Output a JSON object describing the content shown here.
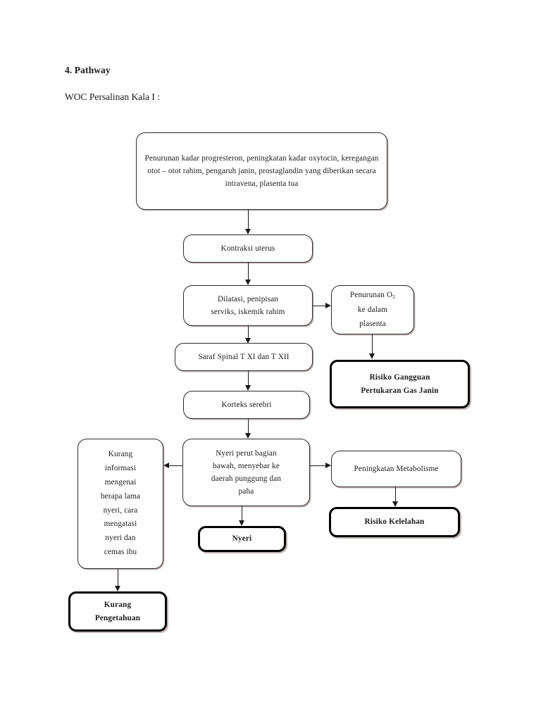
{
  "document": {
    "section_number_title": "4. Pathway",
    "subtitle": "WOC Persalinan Kala I :"
  },
  "flowchart": {
    "title": "WOC Persalinan Kala I",
    "nodes": {
      "etiology": {
        "id": "etiology",
        "label": "Penurunan kadar progresteron, peningkatan kadar oxytocin, keregangan otot – otot rahim, pengaruh janin, prostaglandin yang diberikan secara intravena, plasenta tua",
        "style": "normal"
      },
      "kontraksi_uterus": {
        "id": "kontraksi-uterus",
        "label": "Kontraksi uterus",
        "style": "normal"
      },
      "dilatasi": {
        "id": "dilatasi",
        "label": "Dilatasi, penipisan\nserviks, iskemik rahim",
        "style": "normal"
      },
      "penurunan_o2": {
        "id": "penurunan-o2",
        "label_line1_pre": "Penurunan O",
        "label_line1_sub": "2",
        "label_line2": "ke dalam",
        "label_line3": "plasenta",
        "label": "Penurunan O2 ke dalam plasenta",
        "style": "normal"
      },
      "risiko_gangguan_gas": {
        "id": "risiko-gangguan-pertukaran-gas-janin",
        "label": "Risiko Gangguan\nPertukaran Gas Janin",
        "style": "emphasis"
      },
      "saraf_spinal": {
        "id": "saraf-spinal",
        "label": "Saraf Spinal T XI dan T XII",
        "style": "normal"
      },
      "korteks_serebri": {
        "id": "korteks-serebri",
        "label": "Korteks serebri",
        "style": "normal"
      },
      "nyeri_perut": {
        "id": "nyeri-perut-bagian-bawah",
        "label": "Nyeri perut bagian\nbawah, menyebar ke\ndaerah punggung dan\npaha",
        "style": "normal"
      },
      "kurang_informasi": {
        "id": "kurang-informasi",
        "label": "Kurang\ninformasi\nmengenai\nberapa lama\nnyeri, cara\nmengatasi\nnyeri dan\ncemas ibu",
        "style": "normal"
      },
      "peningkatan_metabolisme": {
        "id": "peningkatan-metabolisme",
        "label": "Peningkatan Metabolisme",
        "style": "normal"
      },
      "risiko_kelelahan": {
        "id": "risiko-kelelahan",
        "label": "Risiko Kelelahan",
        "style": "emphasis"
      },
      "nyeri": {
        "id": "nyeri",
        "label": "Nyeri",
        "style": "emphasis"
      },
      "kurang_pengetahuan": {
        "id": "kurang-pengetahuan",
        "label": "Kurang\nPengetahuan",
        "style": "emphasis"
      }
    },
    "edges": [
      {
        "from": "etiology",
        "to": "kontraksi_uterus",
        "direction": "down"
      },
      {
        "from": "kontraksi_uterus",
        "to": "dilatasi",
        "direction": "down"
      },
      {
        "from": "dilatasi",
        "to": "penurunan_o2",
        "direction": "right"
      },
      {
        "from": "dilatasi",
        "to": "saraf_spinal",
        "direction": "down"
      },
      {
        "from": "penurunan_o2",
        "to": "risiko_gangguan_gas",
        "direction": "down"
      },
      {
        "from": "saraf_spinal",
        "to": "korteks_serebri",
        "direction": "down"
      },
      {
        "from": "korteks_serebri",
        "to": "nyeri_perut",
        "direction": "down"
      },
      {
        "from": "nyeri_perut",
        "to": "kurang_informasi",
        "direction": "left"
      },
      {
        "from": "nyeri_perut",
        "to": "peningkatan_metabolisme",
        "direction": "right"
      },
      {
        "from": "nyeri_perut",
        "to": "nyeri",
        "direction": "down"
      },
      {
        "from": "peningkatan_metabolisme",
        "to": "risiko_kelelahan",
        "direction": "down"
      },
      {
        "from": "kurang_informasi",
        "to": "kurang_pengetahuan",
        "direction": "down"
      }
    ],
    "colors": {
      "node_border": "#2b2b2b",
      "emphasis_border": "#000000",
      "node_fill": "#ffffff",
      "connector": "#1a1a1a",
      "text": "#1a1a1a"
    }
  }
}
